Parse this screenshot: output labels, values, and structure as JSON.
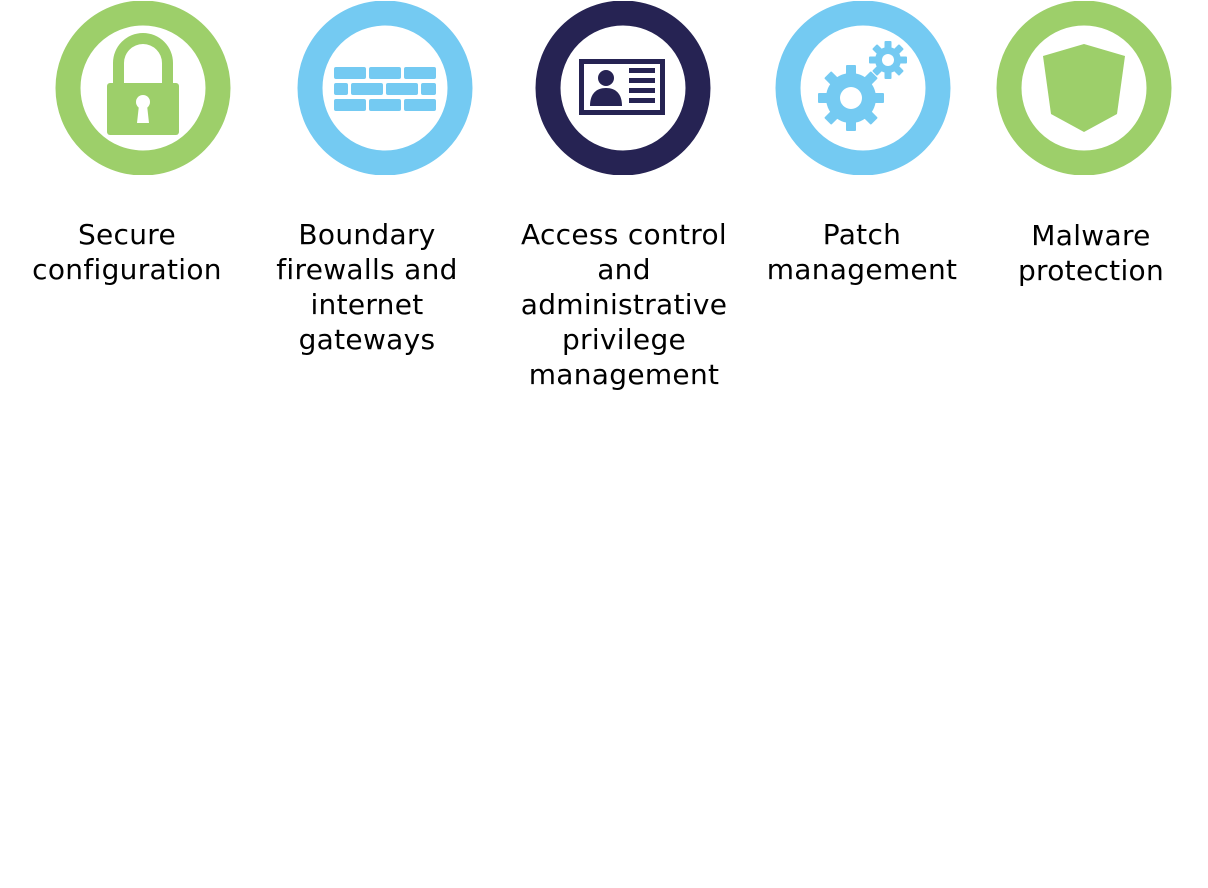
{
  "colors": {
    "green": "#9dcf6a",
    "blue": "#74caf2",
    "navy": "#262353",
    "text": "#000000",
    "background": "#ffffff"
  },
  "controls": [
    {
      "icon": "padlock-icon",
      "ring_color": "green",
      "label_lines": [
        "Secure",
        "configuration"
      ]
    },
    {
      "icon": "brick-firewall-icon",
      "ring_color": "blue",
      "label_lines": [
        "Boundary",
        "firewalls and",
        "internet",
        "gateways"
      ]
    },
    {
      "icon": "id-card-icon",
      "ring_color": "navy",
      "label_lines": [
        "Access control",
        "and",
        "administrative",
        "privilege",
        "management"
      ]
    },
    {
      "icon": "gears-icon",
      "ring_color": "blue",
      "label_lines": [
        "Patch",
        "management"
      ]
    },
    {
      "icon": "shield-icon",
      "ring_color": "green",
      "label_lines": [
        "Malware",
        "protection"
      ]
    }
  ]
}
